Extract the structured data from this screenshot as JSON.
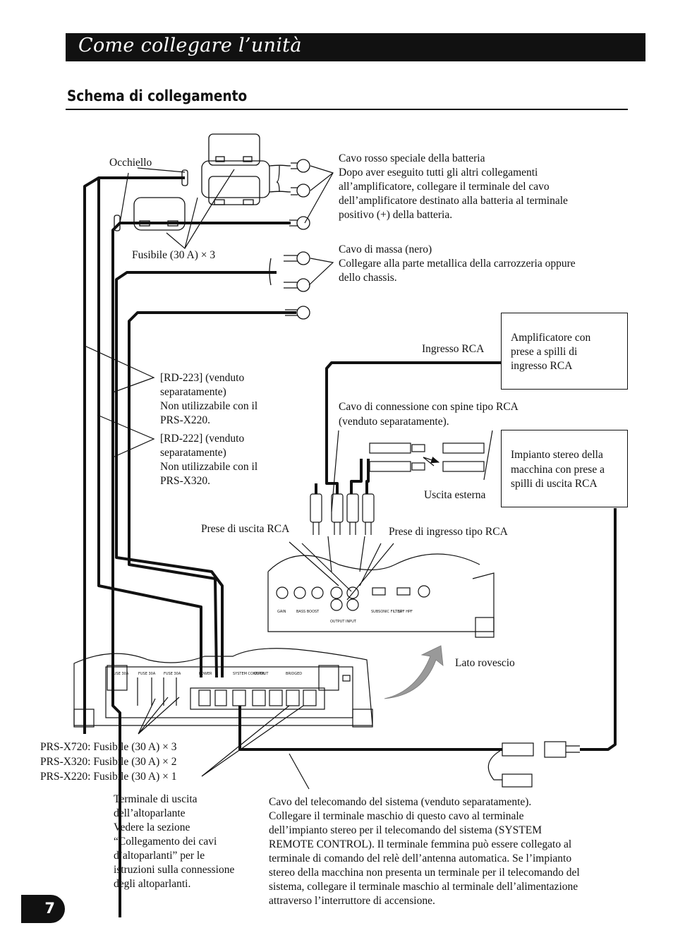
{
  "header": {
    "title": "Come collegare l’unità"
  },
  "section": {
    "title": "Schema di collegamento"
  },
  "labels": {
    "occhiello": "Occhiello",
    "fusibile": "Fusibile (30 A) × 3",
    "battery_title": "Cavo rosso speciale della batteria",
    "battery_desc": [
      "Dopo aver eseguito tutti gli altri collegamenti",
      "all’amplificatore, collegare il terminale del cavo",
      "dell’amplificatore destinato alla batteria al terminale",
      "positivo (+) della batteria."
    ],
    "ground_title": "Cavo di massa (nero)",
    "ground_desc": [
      "Collegare alla parte metallica della carrozzeria oppure",
      "dello chassis."
    ],
    "amp_box": [
      "Amplificatore con",
      "prese a spilli di",
      "ingresso RCA"
    ],
    "ingresso_rca": "Ingresso RCA",
    "rd223": [
      "[RD-223] (venduto",
      "separatamente)",
      "Non utilizzabile con il",
      "PRS-X220."
    ],
    "rd222": [
      "[RD-222] (venduto",
      "separatamente)",
      "Non utilizzabile con il",
      "PRS-X320."
    ],
    "rca_cable": [
      "Cavo di connessione con spine tipo RCA",
      "(venduto separatamente)."
    ],
    "stereo_box": [
      "Impianto stereo della",
      "macchina con prese a",
      "spilli di uscita RCA"
    ],
    "uscita_esterna": "Uscita esterna",
    "prese_uscita": "Prese di uscita RCA",
    "prese_ingresso": "Prese di ingresso tipo RCA",
    "lato_rovescio": "Lato rovescio",
    "fuse_models": [
      "PRS-X720: Fusibile (30 A) × 3",
      "PRS-X320: Fusibile (30 A) × 2",
      "PRS-X220: Fusibile (30 A) × 1"
    ],
    "speaker_terminal": [
      "Terminale di uscita",
      "dell’altoparlante",
      "Vedere la sezione",
      "“Collegamento dei cavi",
      "d’altoparlanti” per le",
      "istruzioni sulla connessione",
      "degli altoparlanti."
    ],
    "remote_cable": [
      "Cavo del telecomando del sistema (venduto separatamente).",
      "Collegare il terminale maschio di questo cavo al terminale",
      "dell’impianto stereo per il telecomando del sistema (SYSTEM",
      "REMOTE CONTROL). Il terminale femmina può essere collegato al",
      "terminale di comando del relè dell’antenna automatica. Se l’impianto",
      "stereo della macchina non presenta un terminale per il telecomando del",
      "sistema, collegare il terminale maschio al terminale dell’alimentazione",
      "attraverso l’interruttore di accensione."
    ]
  },
  "panel_small_labels": {
    "fuses": [
      "FUSE 30A",
      "FUSE 30A",
      "FUSE 30A"
    ],
    "power": "POWER",
    "system_control": "SYSTEM CONTROL",
    "output": "OUTPUT",
    "bridged": "BRIDGED",
    "gain": "GAIN",
    "bass_boost": "BASS BOOST",
    "output_input": "OUTPUT INPUT",
    "subsonic": "SUBSONIC FILTER",
    "lpf_hpf": "LPF HPF"
  },
  "page": {
    "number": "7"
  }
}
